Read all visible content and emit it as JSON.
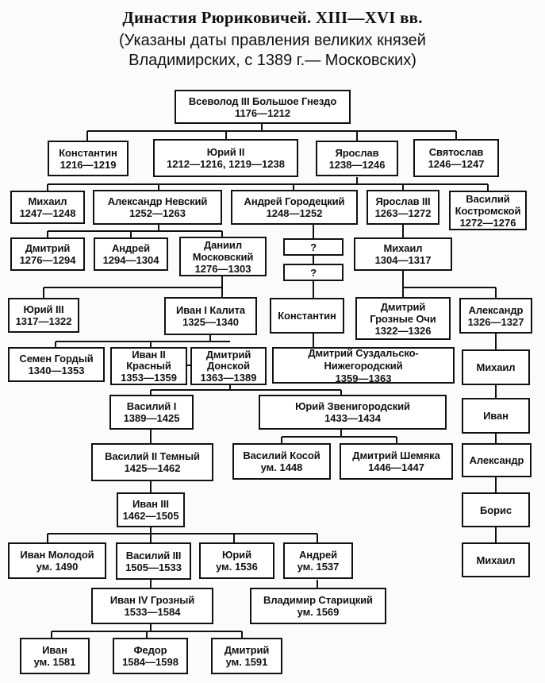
{
  "title": "Династия Рюриковичей. XIII—XVI вв.",
  "subtitle_line1": "(Указаны даты правления великих князей",
  "subtitle_line2": "Владимирских, с 1389 г.— Московских)",
  "persons": {
    "vsevolod": {
      "name": "Всеволод III Большое Гнездо",
      "dates": "1176—1212"
    },
    "konstantin1": {
      "name": "Константин",
      "dates": "1216—1219"
    },
    "yuri2": {
      "name": "Юрий II",
      "dates": "1212—1216, 1219—1238"
    },
    "yaroslav2": {
      "name": "Ярослав",
      "dates": "1238—1246"
    },
    "svyatoslav": {
      "name": "Святослав",
      "dates": "1246—1247"
    },
    "mikhail1": {
      "name": "Михаил",
      "dates": "1247—1248"
    },
    "alexander_nevsky": {
      "name": "Александр Невский",
      "dates": "1252—1263"
    },
    "andrei_gorodetsky": {
      "name": "Андрей Городецкий",
      "dates": "1248—1252"
    },
    "yaroslav3": {
      "name": "Ярослав III",
      "dates": "1263—1272"
    },
    "vasily_kostr": {
      "name": "Василий Костромской",
      "dates": "1272—1276"
    },
    "dmitry1": {
      "name": "Дмитрий",
      "dates": "1276—1294"
    },
    "andrei2": {
      "name": "Андрей",
      "dates": "1294—1304"
    },
    "daniil": {
      "name": "Даниил Московский",
      "dates": "1276—1303"
    },
    "unknown1": {
      "name": "?"
    },
    "unknown2": {
      "name": "?"
    },
    "mikhail2": {
      "name": "Михаил",
      "dates": "1304—1317"
    },
    "yuri3": {
      "name": "Юрий III",
      "dates": "1317—1322"
    },
    "ivan_kalita": {
      "name": "Иван I Калита",
      "dates": "1325—1340"
    },
    "konstantin2": {
      "name": "Константин"
    },
    "dmitry_groznye": {
      "name": "Дмитрий Грозные Очи",
      "dates": "1322—1326"
    },
    "alexander2": {
      "name": "Александр",
      "dates": "1326—1327"
    },
    "semen": {
      "name": "Семен Гордый",
      "dates": "1340—1353"
    },
    "ivan2": {
      "name": "Иван II Красный",
      "dates": "1353—1359"
    },
    "dmitry_donskoy": {
      "name": "Дмитрий Донской",
      "dates": "1363—1389"
    },
    "dmitry_suzd": {
      "name": "Дмитрий Суздальско-Нижегородский",
      "dates": "1359—1363"
    },
    "mikhail3": {
      "name": "Михаил"
    },
    "vasily1": {
      "name": "Василий I",
      "dates": "1389—1425"
    },
    "yuri_zven": {
      "name": "Юрий Звенигородский",
      "dates": "1433—1434"
    },
    "ivan_t": {
      "name": "Иван"
    },
    "vasily2": {
      "name": "Василий II Темный",
      "dates": "1425—1462"
    },
    "vasily_kosoy": {
      "name": "Василий Косой",
      "dates": "ум. 1448"
    },
    "dmitry_shemyaka": {
      "name": "Дмитрий Шемяка",
      "dates": "1446—1447"
    },
    "alexander3": {
      "name": "Александр"
    },
    "ivan3": {
      "name": "Иван III",
      "dates": "1462—1505"
    },
    "boris": {
      "name": "Борис"
    },
    "ivan_molodoy": {
      "name": "Иван Молодой",
      "dates": "ум. 1490"
    },
    "vasily3": {
      "name": "Василий III",
      "dates": "1505—1533"
    },
    "yuri4": {
      "name": "Юрий",
      "dates": "ум. 1536"
    },
    "andrei3": {
      "name": "Андрей",
      "dates": "ум. 1537"
    },
    "mikhail4": {
      "name": "Михаил"
    },
    "ivan4": {
      "name": "Иван IV Грозный",
      "dates": "1533—1584"
    },
    "vladimir_star": {
      "name": "Владимир Старицкий",
      "dates": "ум. 1569"
    },
    "ivan5": {
      "name": "Иван",
      "dates": "ум. 1581"
    },
    "fedor": {
      "name": "Федор",
      "dates": "1584—1598"
    },
    "dmitry_last": {
      "name": "Дмитрий",
      "dates": "ум. 1591"
    }
  }
}
